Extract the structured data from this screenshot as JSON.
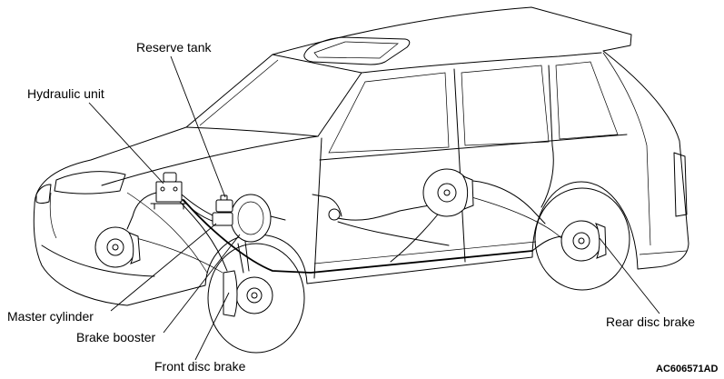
{
  "labels": {
    "reserve_tank": "Reserve tank",
    "hydraulic_unit": "Hydraulic unit",
    "master_cylinder": "Master cylinder",
    "brake_booster": "Brake booster",
    "front_disc_brake": "Front disc brake",
    "rear_disc_brake": "Rear disc brake"
  },
  "figure_code": "AC606571AD",
  "colors": {
    "line": "#000000",
    "background": "#ffffff"
  }
}
